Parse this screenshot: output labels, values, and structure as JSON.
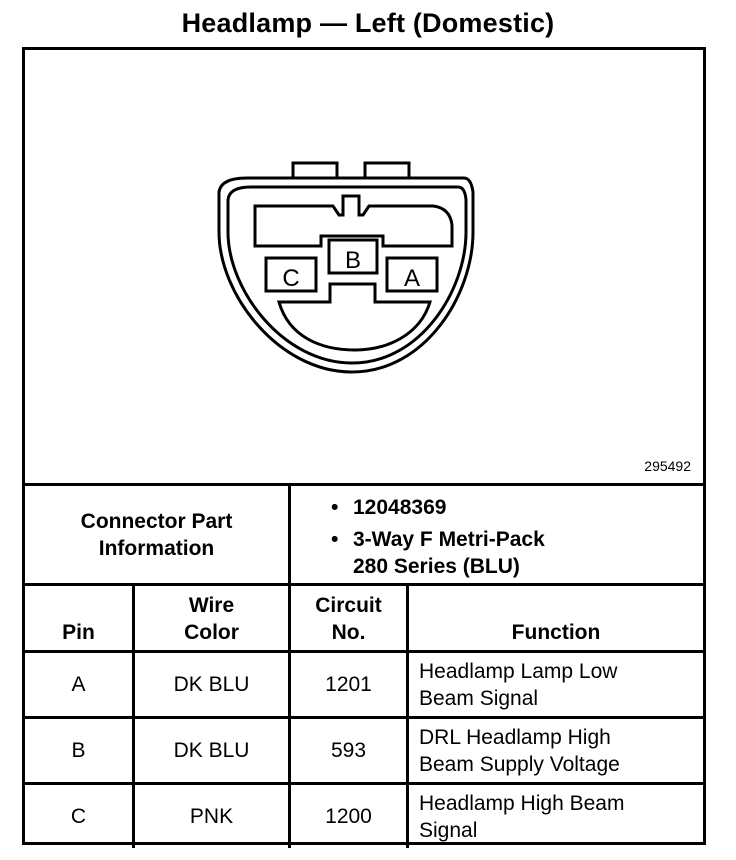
{
  "title": "Headlamp — Left (Domestic)",
  "figure_id": "295492",
  "connector": {
    "pins": [
      "C",
      "B",
      "A"
    ]
  },
  "connector_info": {
    "label": "Connector Part\nInformation",
    "bullet": "•",
    "items": [
      "12048369",
      "3-Way F Metri-Pack\n280 Series (BLU)"
    ]
  },
  "table": {
    "headers": {
      "pin": "Pin",
      "wire_color": "Wire\nColor",
      "circuit": "Circuit\nNo.",
      "function": "Function"
    },
    "rows": [
      {
        "pin": "A",
        "wire_color": "DK BLU",
        "circuit": "1201",
        "function": "Headlamp Lamp Low\nBeam Signal"
      },
      {
        "pin": "B",
        "wire_color": "DK BLU",
        "circuit": "593",
        "function": "DRL Headlamp High\nBeam Supply Voltage"
      },
      {
        "pin": "C",
        "wire_color": "PNK",
        "circuit": "1200",
        "function": "Headlamp High Beam\nSignal"
      }
    ]
  }
}
